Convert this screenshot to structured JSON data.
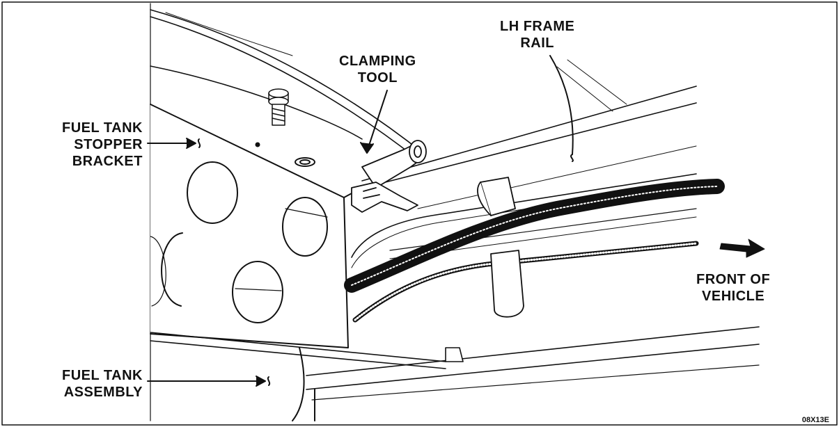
{
  "labels": {
    "lh_frame_rail": [
      "LH FRAME",
      "RAIL"
    ],
    "clamping_tool": [
      "CLAMPING",
      "TOOL"
    ],
    "stopper_bracket": [
      "FUEL TANK",
      "STOPPER",
      "BRACKET"
    ],
    "tank_assembly": [
      "FUEL TANK",
      "ASSEMBLY"
    ],
    "front_of_vehicle": [
      "FRONT OF",
      "VEHICLE"
    ]
  },
  "figure_code": "08X13E",
  "colors": {
    "line": "#111111",
    "background": "#ffffff",
    "shade": "#e9e9e9"
  }
}
